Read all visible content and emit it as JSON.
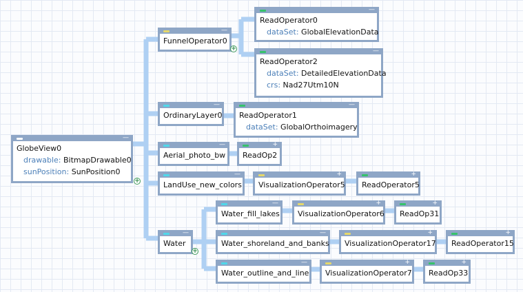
{
  "colors": {
    "wire": "#afd0f3",
    "frame": "#8ea6c6",
    "mark_green": "#36c26b",
    "mark_yellow": "#e6d86a",
    "mark_cyan": "#4fd8ea",
    "mark_white": "#ffffff",
    "prop_key": "#4b7fb8"
  },
  "nodes": {
    "globeview0": {
      "title": "GlobeView0",
      "props": [
        {
          "key": "drawable",
          "value": "BitmapDrawable0"
        },
        {
          "key": "sunPosition",
          "value": "SunPosition0"
        }
      ],
      "control": "—",
      "mark": "white"
    },
    "funneloperator0": {
      "title": "FunnelOperator0",
      "control": "—",
      "mark": "yellow"
    },
    "readoperator0": {
      "title": "ReadOperator0",
      "props": [
        {
          "key": "dataSet",
          "value": "GlobalElevationData"
        }
      ],
      "control": "—",
      "mark": "green"
    },
    "readoperator2": {
      "title": "ReadOperator2",
      "props": [
        {
          "key": "dataSet",
          "value": "DetailedElevationData"
        },
        {
          "key": "crs",
          "value": "Nad27Utm10N"
        }
      ],
      "control": "—",
      "mark": "green"
    },
    "ordinarylayer0": {
      "title": "OrdinaryLayer0",
      "control": "—",
      "mark": "cyan"
    },
    "readoperator1": {
      "title": "ReadOperator1",
      "props": [
        {
          "key": "dataSet",
          "value": "GlobalOrthoimagery"
        }
      ],
      "control": "—",
      "mark": "green"
    },
    "aerial_photo_bw": {
      "title": "Aerial_photo_bw",
      "control": "—",
      "mark": "cyan"
    },
    "readop2": {
      "title": "ReadOp2",
      "control": "+",
      "mark": "green"
    },
    "landuse_new_colors": {
      "title": "LandUse_new_colors",
      "control": "—",
      "mark": "cyan"
    },
    "visualizationoperator5": {
      "title": "VisualizationOperator5",
      "control": "+",
      "mark": "yellow"
    },
    "readoperator5": {
      "title": "ReadOperator5",
      "control": "+",
      "mark": "green"
    },
    "water": {
      "title": "Water",
      "control": "—",
      "mark": "cyan"
    },
    "water_fill_lakes": {
      "title": "Water_fill_lakes",
      "control": "—",
      "mark": "cyan"
    },
    "visualizationoperator6": {
      "title": "VisualizationOperator6",
      "control": "+",
      "mark": "yellow"
    },
    "readop31": {
      "title": "ReadOp31",
      "control": "+",
      "mark": "green"
    },
    "water_shoreland_and_banks": {
      "title": "Water_shoreland_and_banks",
      "control": "—",
      "mark": "cyan"
    },
    "visualizationoperator17": {
      "title": "VisualizationOperator17",
      "control": "+",
      "mark": "yellow"
    },
    "readoperator15": {
      "title": "ReadOperator15",
      "control": "+",
      "mark": "green"
    },
    "water_outline_and_line": {
      "title": "Water_outline_and_line",
      "control": "—",
      "mark": "cyan"
    },
    "visualizationoperator7": {
      "title": "VisualizationOperator7",
      "control": "+",
      "mark": "yellow"
    },
    "readop33": {
      "title": "ReadOp33",
      "control": "+",
      "mark": "green"
    }
  },
  "expanders": [
    "+",
    "+",
    "+"
  ]
}
